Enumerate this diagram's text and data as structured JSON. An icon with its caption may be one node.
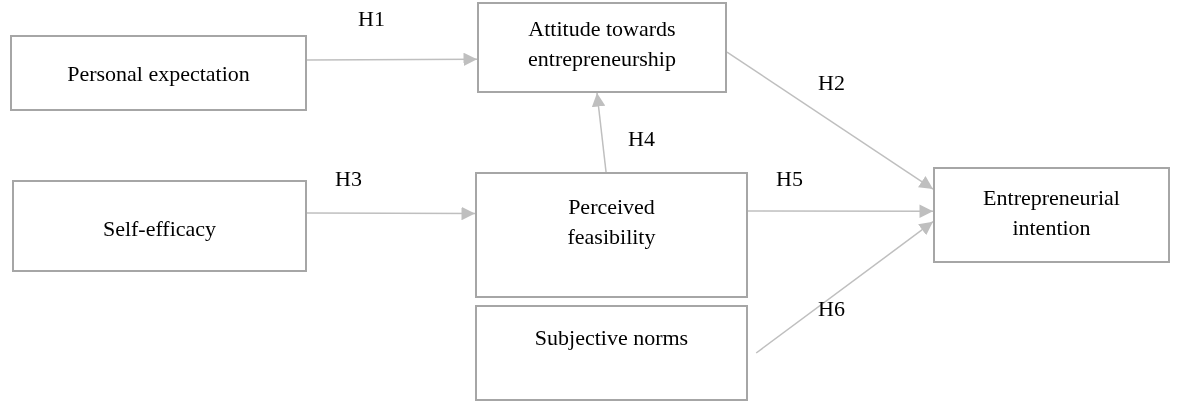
{
  "diagram": {
    "nodes": [
      {
        "text": [
          "Personal expectation"
        ]
      },
      {
        "text": [
          "Attitude towards entrepreneurship"
        ]
      },
      {
        "text": [
          "Self-efficacy"
        ]
      },
      {
        "text": [
          "Perceived feasibility"
        ]
      },
      {
        "text": [
          "Entrepreneurial intention"
        ]
      },
      {
        "text": [
          "Subjective norms"
        ]
      }
    ],
    "edges": [
      {
        "from": 0,
        "to": 1,
        "arrow": "to",
        "label": "H1"
      },
      {
        "from": 1,
        "to": 4,
        "arrow": "to",
        "label": "H2"
      },
      {
        "from": 2,
        "to": 3,
        "arrow": "to",
        "label": "H3"
      },
      {
        "from": 3,
        "to": 1,
        "arrow": "to",
        "label": "H4"
      },
      {
        "from": 3,
        "to": 4,
        "arrow": "to",
        "label": "H5"
      },
      {
        "from": 5,
        "to": 4,
        "arrow": "to",
        "label": "H6"
      }
    ]
  }
}
